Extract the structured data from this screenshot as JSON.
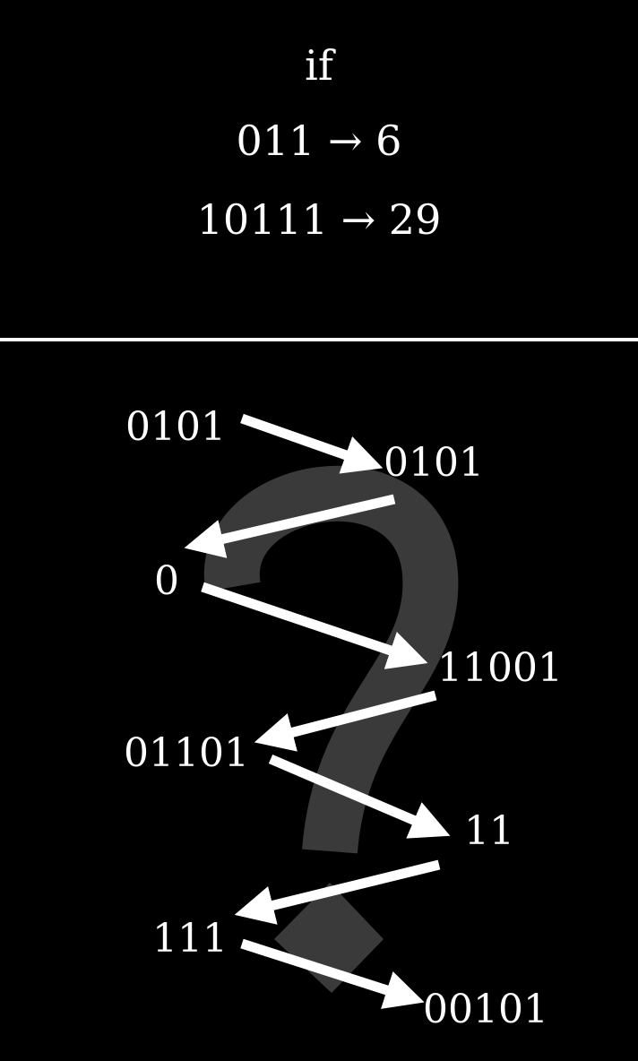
{
  "header": {
    "condition": "if",
    "examples": [
      {
        "input": "011",
        "arrow": "→",
        "output": "6"
      },
      {
        "input": "10111",
        "arrow": "→",
        "output": "29"
      }
    ]
  },
  "puzzle": {
    "sequence": [
      "0101",
      "0101",
      "0",
      "11001",
      "01101",
      "11",
      "111",
      "00101"
    ]
  },
  "colors": {
    "background": "#000000",
    "foreground": "#ffffff",
    "question_mark": "#3a3a3a"
  },
  "icons": {
    "background_glyph": "question-mark-icon",
    "connector": "arrow-icon"
  }
}
